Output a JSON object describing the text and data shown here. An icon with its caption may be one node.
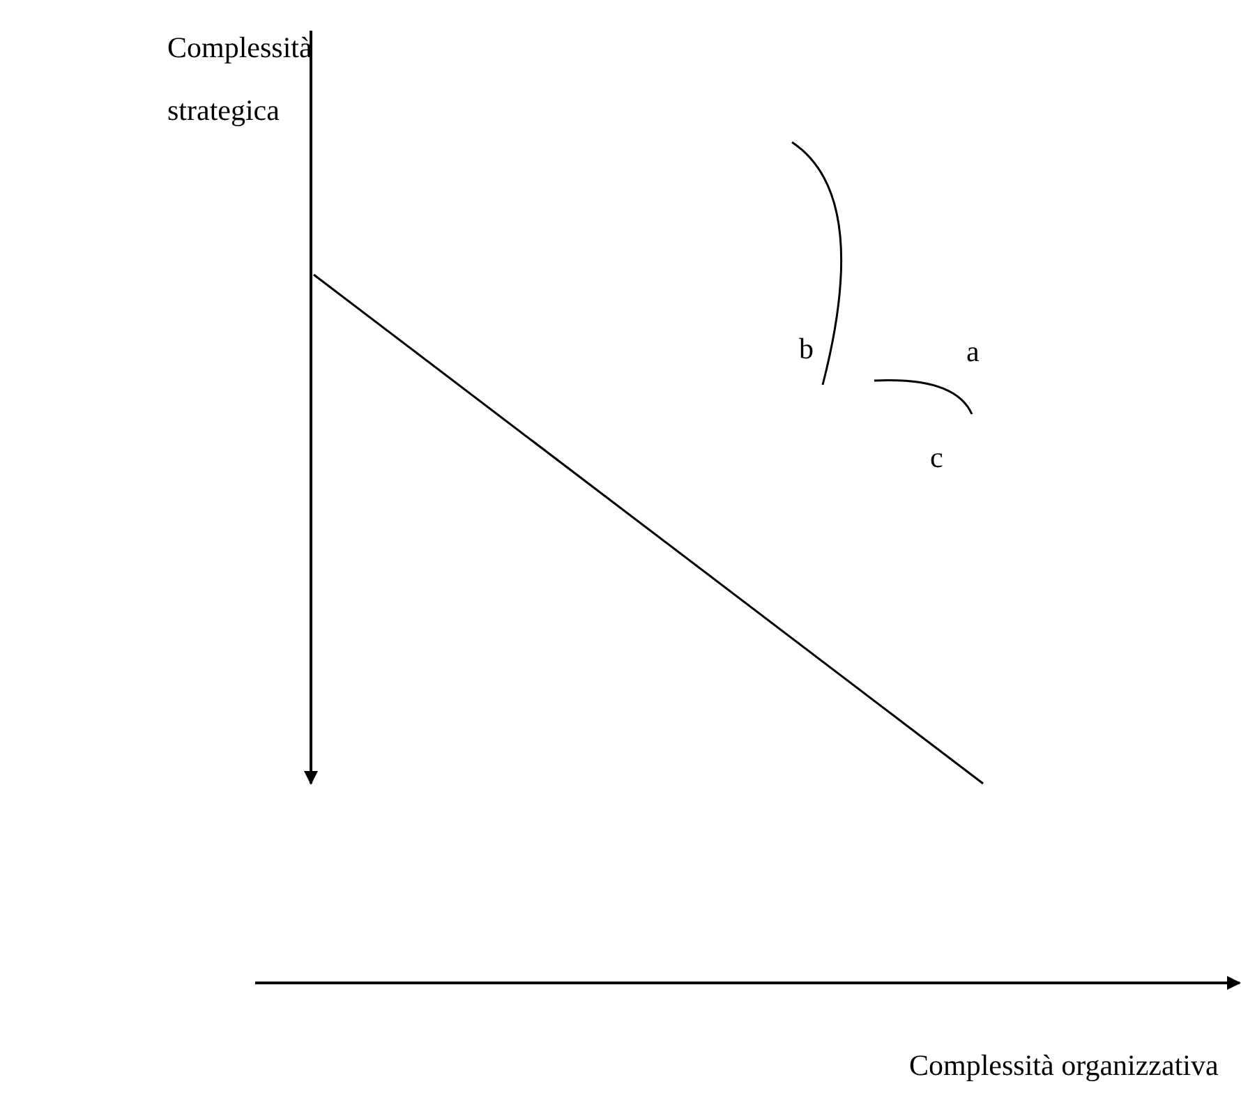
{
  "diagram": {
    "labels": [
      "Complessità strategica",
      "b",
      "a",
      "c",
      "Complessità organizzativa"
    ]
  }
}
